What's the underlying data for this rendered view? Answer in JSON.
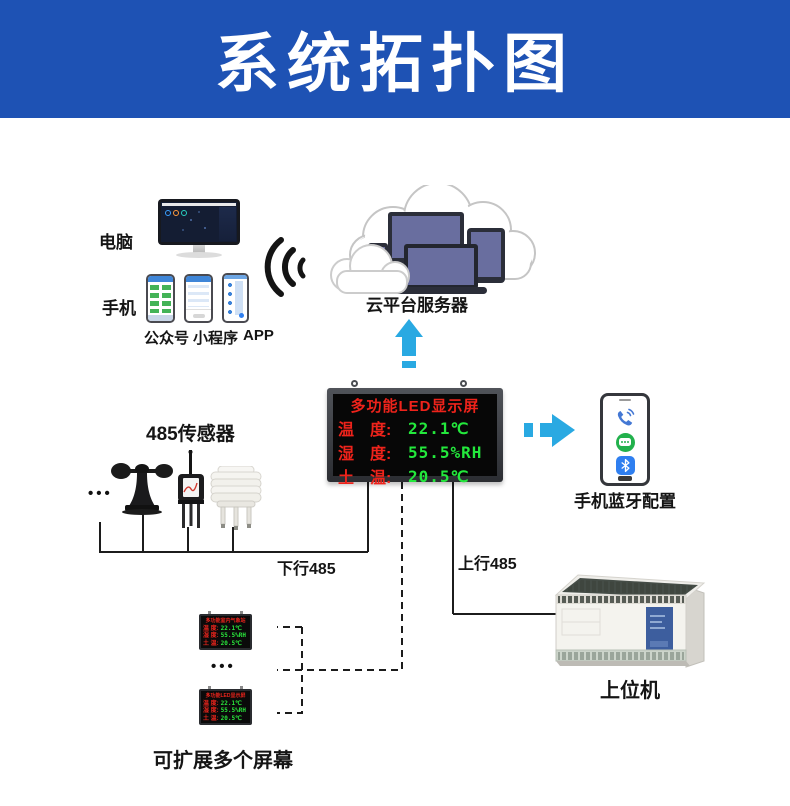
{
  "banner": {
    "title": "系统拓扑图"
  },
  "workstation": {
    "computer_label": "电脑",
    "phone_label": "手机",
    "app_labels": [
      "公众号",
      "小程序",
      "APP"
    ]
  },
  "cloud": {
    "label": "云平台服务器"
  },
  "led_display": {
    "title": "多功能LED显示屏",
    "rows": [
      {
        "label": "温　度:",
        "value": "22.1℃"
      },
      {
        "label": "湿　度:",
        "value": "55.5%RH"
      },
      {
        "label": "土　温:",
        "value": "20.5℃"
      }
    ]
  },
  "bluetooth_phone": {
    "label": "手机蓝牙配置"
  },
  "sensors": {
    "label": "485传感器",
    "ellipsis": "•••"
  },
  "bus": {
    "down_label": "下行485",
    "up_label": "上行485"
  },
  "expansion": {
    "screens": [
      {
        "title": "多功能室内气象站",
        "rows": [
          {
            "label": "温 度:",
            "value": "22.1℃"
          },
          {
            "label": "湿 度:",
            "value": "55.5%RH"
          },
          {
            "label": "土 温:",
            "value": "20.5℃"
          }
        ]
      },
      {
        "title": "多功能LED显示屏",
        "rows": [
          {
            "label": "温 度:",
            "value": "22.1℃"
          },
          {
            "label": "湿 度:",
            "value": "55.5%RH"
          },
          {
            "label": "土 温:",
            "value": "20.5℃"
          }
        ]
      }
    ],
    "ellipsis": "•••",
    "caption": "可扩展多个屏幕"
  },
  "plc": {
    "label": "上位机"
  },
  "colors": {
    "banner_bg": "#1e52b4",
    "arrow_blue": "#29a9e2",
    "led_red": "#ee231b",
    "led_green": "#23e83c",
    "cloud_device_screen": "#696e9f",
    "msg_green": "#22b14c",
    "bt_blue": "#2f7ff0"
  }
}
